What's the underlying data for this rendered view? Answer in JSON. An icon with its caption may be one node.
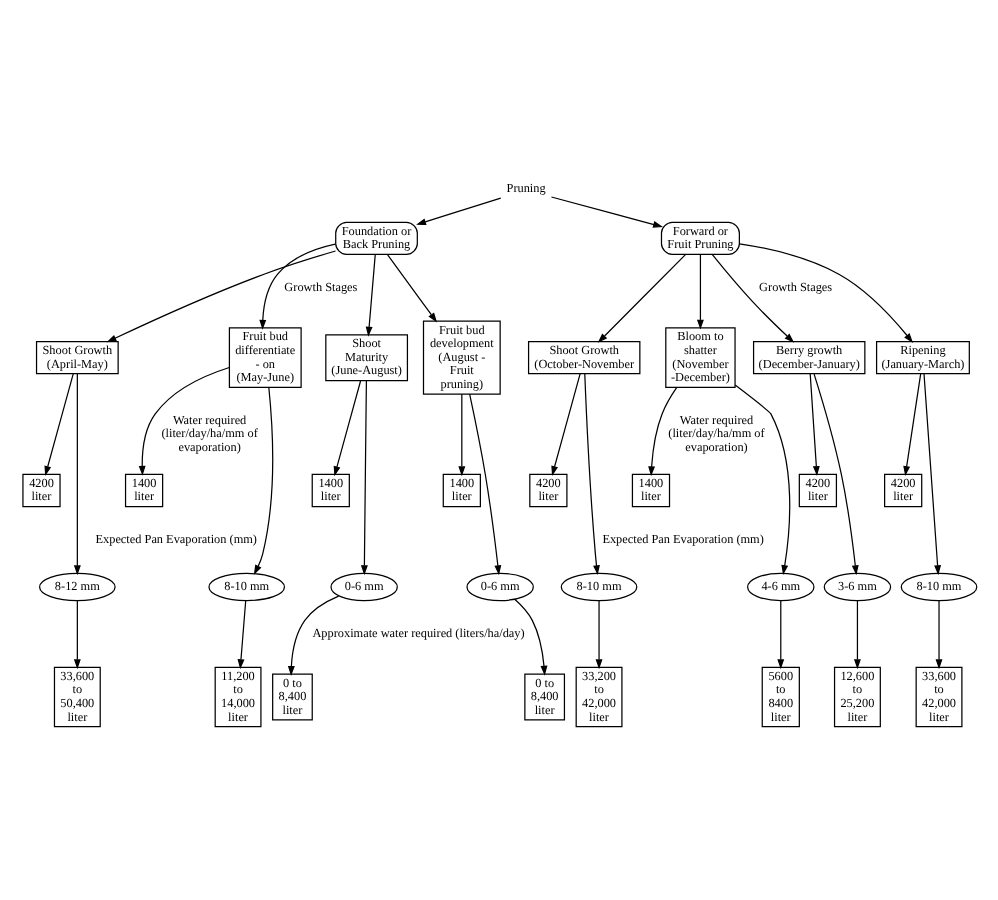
{
  "diagram": {
    "nodes": [
      {
        "text": [
          "Pruning"
        ]
      },
      {
        "text": [
          "Foundation or Back Pruning"
        ]
      },
      {
        "text": [
          "Forward or Fruit Pruning"
        ]
      },
      {
        "text": [
          "Shoot Growth (April-May)"
        ]
      },
      {
        "text": [
          "Fruit bud differentiate - on (May-June)"
        ]
      },
      {
        "text": [
          "Shoot Maturity (June-August)"
        ]
      },
      {
        "text": [
          "Fruit bud development (August - Fruit pruning)"
        ]
      },
      {
        "text": [
          "Shoot Growth (October-November"
        ]
      },
      {
        "text": [
          "Bloom to shatter (November -December)"
        ]
      },
      {
        "text": [
          "Berry growth (December-January)"
        ]
      },
      {
        "text": [
          "Ripening (January-March)"
        ]
      },
      {
        "text": [
          "4200 liter"
        ]
      },
      {
        "text": [
          "1400 liter"
        ]
      },
      {
        "text": [
          "1400 liter"
        ]
      },
      {
        "text": [
          "1400 liter"
        ]
      },
      {
        "text": [
          "4200 liter"
        ]
      },
      {
        "text": [
          "1400 liter"
        ]
      },
      {
        "text": [
          "4200 liter"
        ]
      },
      {
        "text": [
          "4200 liter"
        ]
      },
      {
        "text": [
          "8-12 mm"
        ]
      },
      {
        "text": [
          "8-10 mm"
        ]
      },
      {
        "text": [
          "0-6 mm"
        ]
      },
      {
        "text": [
          "0-6 mm"
        ]
      },
      {
        "text": [
          "8-10 mm"
        ]
      },
      {
        "text": [
          "4-6 mm"
        ]
      },
      {
        "text": [
          "3-6 mm"
        ]
      },
      {
        "text": [
          "8-10 mm"
        ]
      },
      {
        "text": [
          "33,600 to 50,400 liter"
        ]
      },
      {
        "text": [
          "11,200 to 14,000 liter"
        ]
      },
      {
        "text": [
          "0 to 8,400 liter"
        ]
      },
      {
        "text": [
          "0 to 8,400 liter"
        ]
      },
      {
        "text": [
          "33,200 to 42,000 liter"
        ]
      },
      {
        "text": [
          "5600 to 8400 liter"
        ]
      },
      {
        "text": [
          "12,600 to 25,200 liter"
        ]
      },
      {
        "text": [
          "33,600 to 42,000 liter"
        ]
      }
    ],
    "edges": [
      {
        "from": 0,
        "to": 1,
        "arrow": "to"
      },
      {
        "from": 0,
        "to": 2,
        "arrow": "to"
      },
      {
        "from": 1,
        "to": 3,
        "arrow": "to"
      },
      {
        "from": 1,
        "to": 4,
        "arrow": "to"
      },
      {
        "from": 1,
        "to": 5,
        "arrow": "to"
      },
      {
        "from": 1,
        "to": 6,
        "arrow": "to"
      },
      {
        "from": 2,
        "to": 7,
        "arrow": "to"
      },
      {
        "from": 2,
        "to": 8,
        "arrow": "to"
      },
      {
        "from": 2,
        "to": 9,
        "arrow": "to"
      },
      {
        "from": 2,
        "to": 10,
        "arrow": "to"
      },
      {
        "from": 3,
        "to": 11,
        "arrow": "to"
      },
      {
        "from": 4,
        "to": 12,
        "arrow": "to"
      },
      {
        "from": 5,
        "to": 13,
        "arrow": "to"
      },
      {
        "from": 6,
        "to": 14,
        "arrow": "to"
      },
      {
        "from": 7,
        "to": 15,
        "arrow": "to"
      },
      {
        "from": 8,
        "to": 16,
        "arrow": "to"
      },
      {
        "from": 9,
        "to": 17,
        "arrow": "to"
      },
      {
        "from": 10,
        "to": 18,
        "arrow": "to"
      },
      {
        "from": 3,
        "to": 19,
        "arrow": "to"
      },
      {
        "from": 4,
        "to": 20,
        "arrow": "to"
      },
      {
        "from": 5,
        "to": 21,
        "arrow": "to"
      },
      {
        "from": 6,
        "to": 22,
        "arrow": "to"
      },
      {
        "from": 7,
        "to": 23,
        "arrow": "to"
      },
      {
        "from": 8,
        "to": 24,
        "arrow": "to"
      },
      {
        "from": 9,
        "to": 25,
        "arrow": "to"
      },
      {
        "from": 10,
        "to": 26,
        "arrow": "to"
      },
      {
        "from": 19,
        "to": 27,
        "arrow": "to"
      },
      {
        "from": 20,
        "to": 28,
        "arrow": "to"
      },
      {
        "from": 21,
        "to": 29,
        "arrow": "to"
      },
      {
        "from": 22,
        "to": 30,
        "arrow": "to"
      },
      {
        "from": 23,
        "to": 31,
        "arrow": "to"
      },
      {
        "from": 24,
        "to": 32,
        "arrow": "to"
      },
      {
        "from": 25,
        "to": 33,
        "arrow": "to"
      },
      {
        "from": 26,
        "to": 34,
        "arrow": "to"
      }
    ],
    "labels": [
      "Growth Stages",
      "Growth Stages",
      "Water required (liter/day/ha/mm of evaporation)",
      "Water required (liter/day/ha/mm of evaporation)",
      "Expected Pan Evaporation (mm)",
      "Expected Pan Evaporation (mm)",
      "Approximate water required (liters/ha/day)"
    ]
  }
}
